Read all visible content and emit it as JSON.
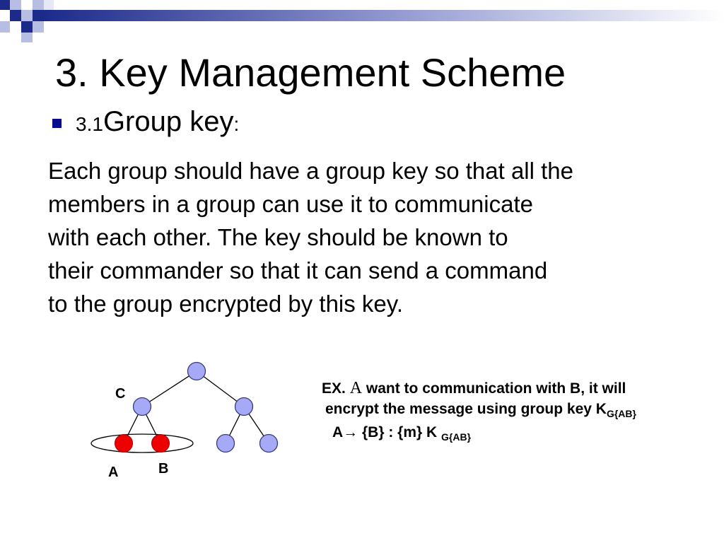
{
  "slide": {
    "title": "3. Key Management Scheme",
    "bullet": {
      "number": "3.1",
      "heading": "Group key",
      "colon": ":"
    },
    "paragraph": [
      "Each group should have a group key so that all the",
      "members in a group can use it to communicate",
      "with each other. The key should be known to",
      "their commander so that it can send a command",
      "to the group encrypted by this key."
    ]
  },
  "diagram": {
    "labels": {
      "c": "C",
      "a": "A",
      "b": "B"
    },
    "colors": {
      "node": "#a6aaf6",
      "node_stroke": "#3a3a7a",
      "highlight": "#ee0000",
      "line": "#000000"
    }
  },
  "example": {
    "prefix": "EX.",
    "actor": "A",
    "line1": "want to communication with B, it will",
    "line2": "encrypt the message using group key K",
    "line2_sub": "G{AB}",
    "line3": "A→ {B} : {m} K",
    "line3_sub": "G{AB}"
  },
  "colors": {
    "decor_dark": "#1c2a8a",
    "decor_light": "#b8bde4",
    "bullet": "#0a0a8c"
  }
}
